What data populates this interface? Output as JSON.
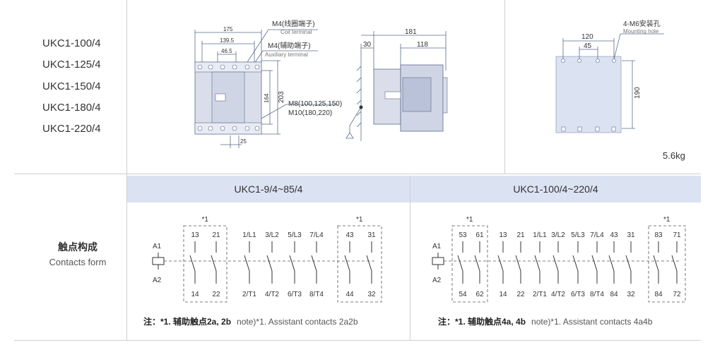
{
  "models": [
    "UKC1-100/4",
    "UKC1-125/4",
    "UKC1-150/4",
    "UKC1-180/4",
    "UKC1-220/4"
  ],
  "weight": "5.6kg",
  "front_view": {
    "dim_175": "175",
    "dim_139_5": "139.5",
    "dim_46_5": "46.5",
    "dim_164": "164",
    "dim_203": "203",
    "dim_25": "25",
    "coil_terminal_cn": "M4(线圈端子)",
    "coil_terminal_en": "Coil terminal",
    "aux_terminal_cn": "M4(辅助端子)",
    "aux_terminal_en": "Auxiliary terminal",
    "main_terminal_1": "M8(100,125,150)",
    "main_terminal_2": "M10(180,220)"
  },
  "side_view": {
    "dim_181": "181",
    "dim_118": "118",
    "dim_30": "30"
  },
  "mounting_view": {
    "hole_cn": "4-M6安装孔",
    "hole_en": "Mounting hole",
    "dim_120": "120",
    "dim_45": "45",
    "dim_190": "190"
  },
  "contacts": {
    "label_cn": "触点构成",
    "label_en": "Contacts form",
    "left_title": "UKC1-9/4~85/4",
    "right_title": "UKC1-100/4~220/4",
    "star": "*1",
    "coil_top": "A1",
    "coil_bottom": "A2",
    "left_top": [
      "13",
      "21",
      "1/L1",
      "3/L2",
      "5/L3",
      "7/L4",
      "43",
      "31"
    ],
    "left_bottom": [
      "14",
      "22",
      "2/T1",
      "4/T2",
      "6/T3",
      "8/T4",
      "44",
      "32"
    ],
    "right_top": [
      "53",
      "61",
      "13",
      "21",
      "1/L1",
      "3/L2",
      "5/L3",
      "7/L4",
      "43",
      "31",
      "83",
      "71"
    ],
    "right_bottom": [
      "54",
      "62",
      "14",
      "22",
      "2/T1",
      "4/T2",
      "6/T3",
      "8/T4",
      "84",
      "32",
      "84",
      "72"
    ],
    "left_note_cn": "注：*1. 辅助触点2a, 2b",
    "left_note_en": "note)*1. Assistant contacts 2a2b",
    "right_note_cn": "注：*1. 辅助触点4a, 4b",
    "right_note_en": "note)*1. Assistant contacts 4a4b"
  },
  "colors": {
    "band": "#dbe2f2",
    "line": "#cfcfcf",
    "drawing": "#5a6b8c",
    "body": "#d9deea"
  }
}
